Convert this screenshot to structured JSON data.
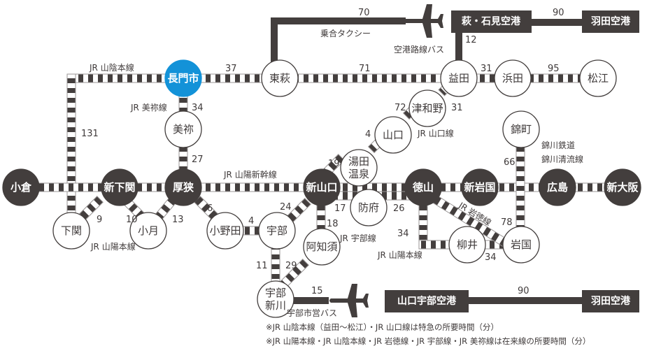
{
  "colors": {
    "dark": "#433e3d",
    "rail_light": "#ffffff",
    "rail_border": "#9a9696",
    "highlight": "#1392d8",
    "text": "#3f3a3a"
  },
  "stations": {
    "nagato": "長門市",
    "higashihagi": "東萩",
    "masuda": "益田",
    "hamada": "浜田",
    "matsue": "松江",
    "mine": "美祢",
    "tsuwano": "津和野",
    "yamaguchi": "山口",
    "yuda_1": "湯田",
    "yuda_2": "温泉",
    "kokura": "小倉",
    "shinshimonoseki": "新下関",
    "asa": "厚狭",
    "shinyamaguchi": "新山口",
    "tokuyama": "徳山",
    "shiniwakuni": "新岩国",
    "hiroshima": "広島",
    "shinosaka": "新大阪",
    "shimonoseki": "下関",
    "ozuki": "小月",
    "onoda": "小野田",
    "ube": "宇部",
    "ajisu": "阿知須",
    "hofu": "防府",
    "yanai": "柳井",
    "iwakuni": "岩国",
    "kinmachi": "錦町",
    "ubeshinkawa_1": "宇部",
    "ubeshinkawa_2": "新川"
  },
  "airports": {
    "hagi_iwami": "萩・石見空港",
    "haneda_top": "羽田空港",
    "yamaguchi_ube": "山口宇部空港",
    "haneda_bottom": "羽田空港"
  },
  "lines": {
    "sanin_main": "JR 山陰本線",
    "mine_line": "JR 美祢線",
    "sanyo_shinkansen": "JR 山陽新幹線",
    "yamaguchi_line": "JR 山口線",
    "sanyo_main_left": "JR 山陽本線",
    "sanyo_main_right": "JR 山陽本線",
    "ube_line": "JR 宇部線",
    "gantoku_line": "JR 岩徳線",
    "nishikigawa_1": "錦川鉄道",
    "nishikigawa_2": "錦川清流線",
    "shared_taxi": "乗合タクシー",
    "airport_bus": "空港路線バス",
    "ube_city_bus": "宇部市営バス"
  },
  "times": {
    "taxi_hagi_airport": "70",
    "hagi_airport_haneda": "90",
    "airport_masuda": "12",
    "nagato_higashihagi": "37",
    "higashihagi_masuda": "71",
    "masuda_hamada": "31",
    "hamada_matsue": "95",
    "nagato_mine": "34",
    "mine_asa": "27",
    "nagato_shimonoseki": "131",
    "tsuwano_masuda": "31",
    "yamaguchi_tsuwano": "72",
    "yuda_yamaguchi": "4",
    "shinyamaguchi_yuda": "19",
    "shinshimonoseki_shimonoseki": "9",
    "shinshimonoseki_ozuki": "10",
    "asa_ozuki": "13",
    "asa_onoda": "6",
    "onoda_ube": "4",
    "ube_shinyamaguchi": "24",
    "shinyamaguchi_hofu": "17",
    "shinyamaguchi_ajisu": "18",
    "hofu_tokuyama": "26",
    "tokuyama_yanai": "34",
    "yanai_iwakuni": "34",
    "tokuyama_iwakuni": "78",
    "kinmachi_iwakuni": "66",
    "ube_ubeshinkawa": "11",
    "ajisu_ubeshinkawa": "29",
    "ubeshinkawa_airport": "15",
    "yamaguchi_ube_haneda": "90"
  },
  "notes": [
    "※JR 山陰本線（益田～松江）・JR 山口線は特急の所要時間（分）",
    "※JR 山陽本線・JR 山陰本線・JR 岩徳線・JR 宇部線・JR 美祢線は在来線の所要時間（分）"
  ],
  "icons": {
    "airplane_top": "airplane-icon",
    "airplane_bottom": "airplane-icon"
  }
}
